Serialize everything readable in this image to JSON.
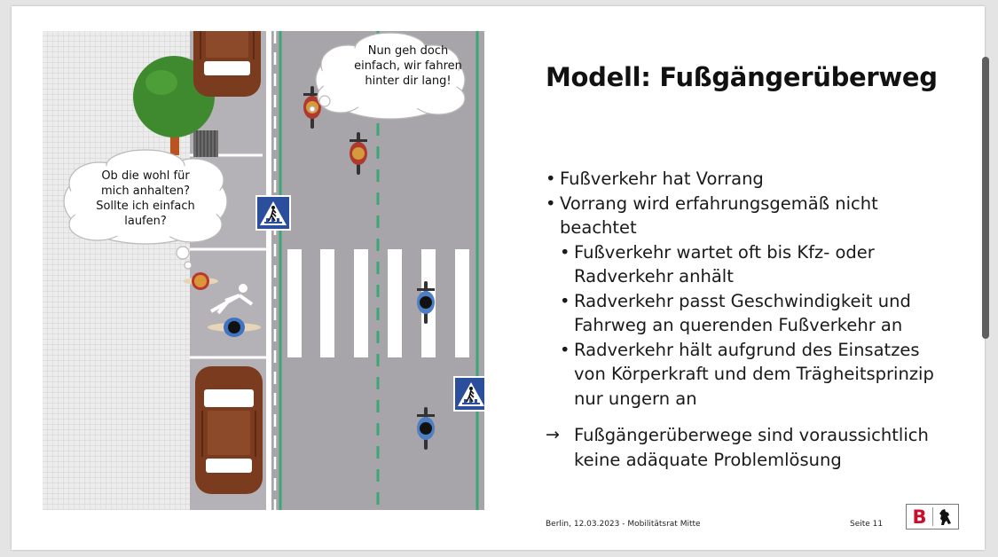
{
  "slide": {
    "title": "Modell: Fußgängerüberweg",
    "bullets": [
      {
        "level": 1,
        "text": "Fußverkehr hat Vorrang"
      },
      {
        "level": 1,
        "text": "Vorrang wird erfahrungsgemäß nicht beachtet"
      },
      {
        "level": 2,
        "text": "Fußverkehr wartet oft bis Kfz- oder Radverkehr anhält"
      },
      {
        "level": 2,
        "text": "Radverkehr passt Geschwindigkeit und Fahrweg an querenden Fußverkehr an"
      },
      {
        "level": 2,
        "text": "Radverkehr hält aufgrund des Einsatzes von Körperkraft und dem Trägheitsprinzip nur ungern an"
      }
    ],
    "conclusion": "Fußgängerüberwege sind voraussichtlich keine adäquate Problemlösung",
    "footer_left": "Berlin, 12.03.2023 - Mobilitätsrat Mitte",
    "footer_right": "Seite 11",
    "logo_letter": "B"
  },
  "illustration": {
    "bubble_cyclist": [
      "Nun geh doch",
      "einfach, wir fahren",
      "hinter dir lang!"
    ],
    "bubble_pedestrian": [
      "Ob die wohl für",
      "mich anhalten?",
      "Sollte ich einfach",
      "laufen?"
    ]
  },
  "icons": {
    "crosswalk_sign": "pedestrian-crossing-sign-icon",
    "logo": "berlin-bear-icon"
  },
  "colors": {
    "road": "#a7a5a9",
    "bike_lane_line": "#3da676",
    "car": "#7b3b1e",
    "sign_blue": "#2b4f9c",
    "logo_red": "#c8102e"
  }
}
